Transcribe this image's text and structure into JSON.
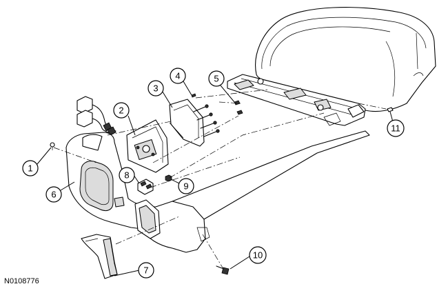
{
  "figure_id": "N0108776",
  "callouts": [
    {
      "label": "1"
    },
    {
      "label": "2"
    },
    {
      "label": "3"
    },
    {
      "label": "4"
    },
    {
      "label": "5"
    },
    {
      "label": "6"
    },
    {
      "label": "7"
    },
    {
      "label": "8"
    },
    {
      "label": "9"
    },
    {
      "label": "10"
    },
    {
      "label": "11"
    }
  ]
}
